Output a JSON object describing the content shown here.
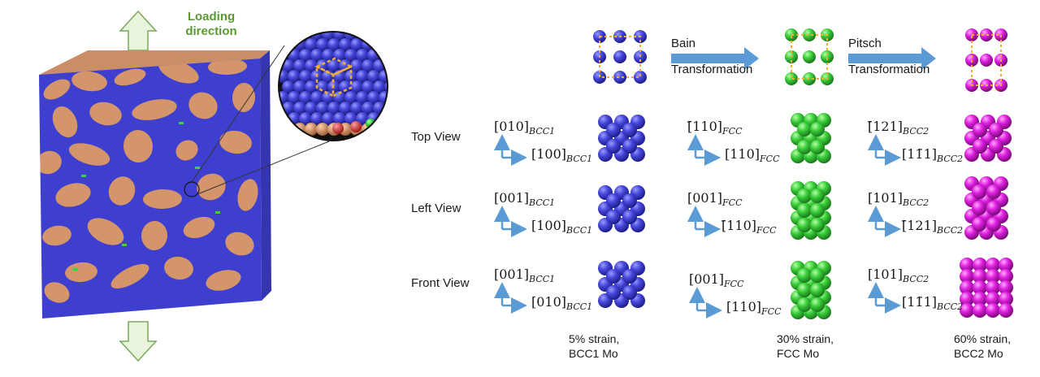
{
  "loading": {
    "line1": "Loading",
    "line2": "direction"
  },
  "transforms": [
    {
      "line1": "Bain",
      "line2": "Transformation"
    },
    {
      "line1": "Pitsch",
      "line2": "Transformation"
    }
  ],
  "rows": [
    {
      "label": "Top View",
      "bcc1": {
        "up": "[010]",
        "up_sub": "BCC1",
        "right": "[100]",
        "right_sub": "BCC1"
      },
      "fcc": {
        "up": "[̄110]",
        "up_sub": "FCC",
        "right": "[110]",
        "right_sub": "FCC"
      },
      "bcc2": {
        "up": "[̄121]",
        "up_sub": "BCC2",
        "right": "[11̄1]",
        "right_sub": "BCC2"
      }
    },
    {
      "label": "Left View",
      "bcc1": {
        "up": "[001]",
        "up_sub": "BCC1",
        "right": "[100]",
        "right_sub": "BCC1"
      },
      "fcc": {
        "up": "[001]",
        "up_sub": "FCC",
        "right": "[̄110]",
        "right_sub": "FCC"
      },
      "bcc2": {
        "up": "[101]",
        "up_sub": "BCC2",
        "right": "[̄121]",
        "right_sub": "BCC2"
      }
    },
    {
      "label": "Front View",
      "bcc1": {
        "up": "[001]",
        "up_sub": "BCC1",
        "right": "[010]",
        "right_sub": "BCC1"
      },
      "fcc": {
        "up": "[001]",
        "up_sub": "FCC",
        "right": "[110]",
        "right_sub": "FCC"
      },
      "bcc2": {
        "up": "[101]",
        "up_sub": "BCC2",
        "right": "[11̄1]",
        "right_sub": "BCC2"
      }
    }
  ],
  "captions": [
    {
      "line1": "5% strain,",
      "line2": "BCC1 Mo"
    },
    {
      "line1": "30% strain,",
      "line2": "FCC Mo"
    },
    {
      "line1": "60% strain,",
      "line2": "BCC2 Mo"
    }
  ],
  "colors": {
    "bcc1": "#4a4adf",
    "fcc": "#3fcf3f",
    "bcc2": "#e020e0",
    "matrix_blue": "#3f3fcf",
    "matrix_orange": "#d4956a",
    "arrow_green": "#e9f4dc",
    "arrow_stroke": "#7aa85a",
    "transform_arrow": "#5b9bd5",
    "axis": "#5b9bd5",
    "dash": "#f0b030"
  }
}
